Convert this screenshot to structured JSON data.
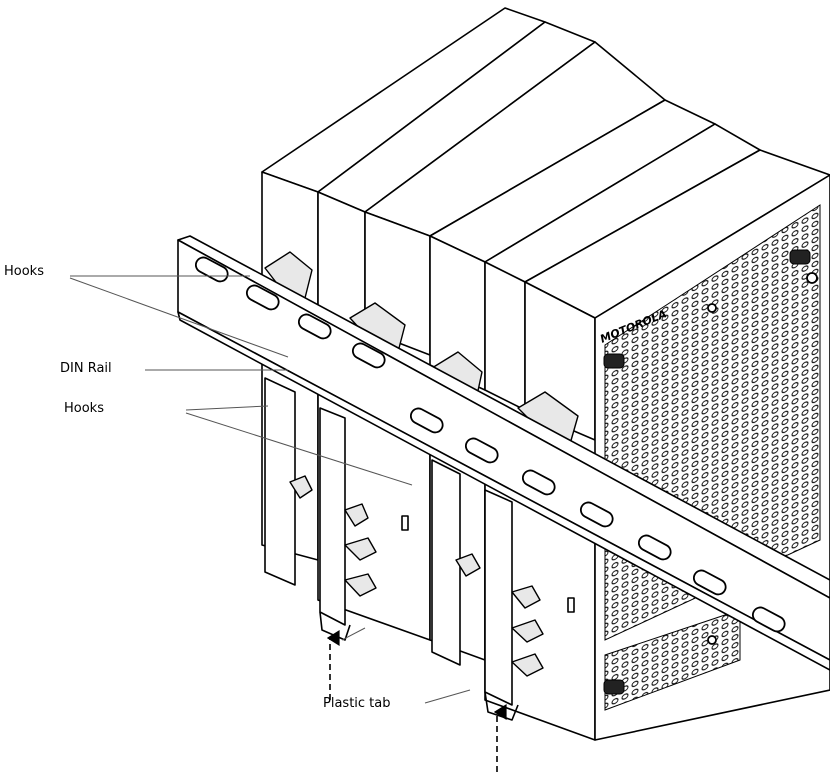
{
  "labels": {
    "hooks_top": "Hooks",
    "din_rail": "DIN Rail",
    "hooks_bottom": "Hooks",
    "plastic_tab": "Plastic tab",
    "brand": "MOTOROLA"
  },
  "icons": {
    "arrow": "up-arrow-icon"
  }
}
